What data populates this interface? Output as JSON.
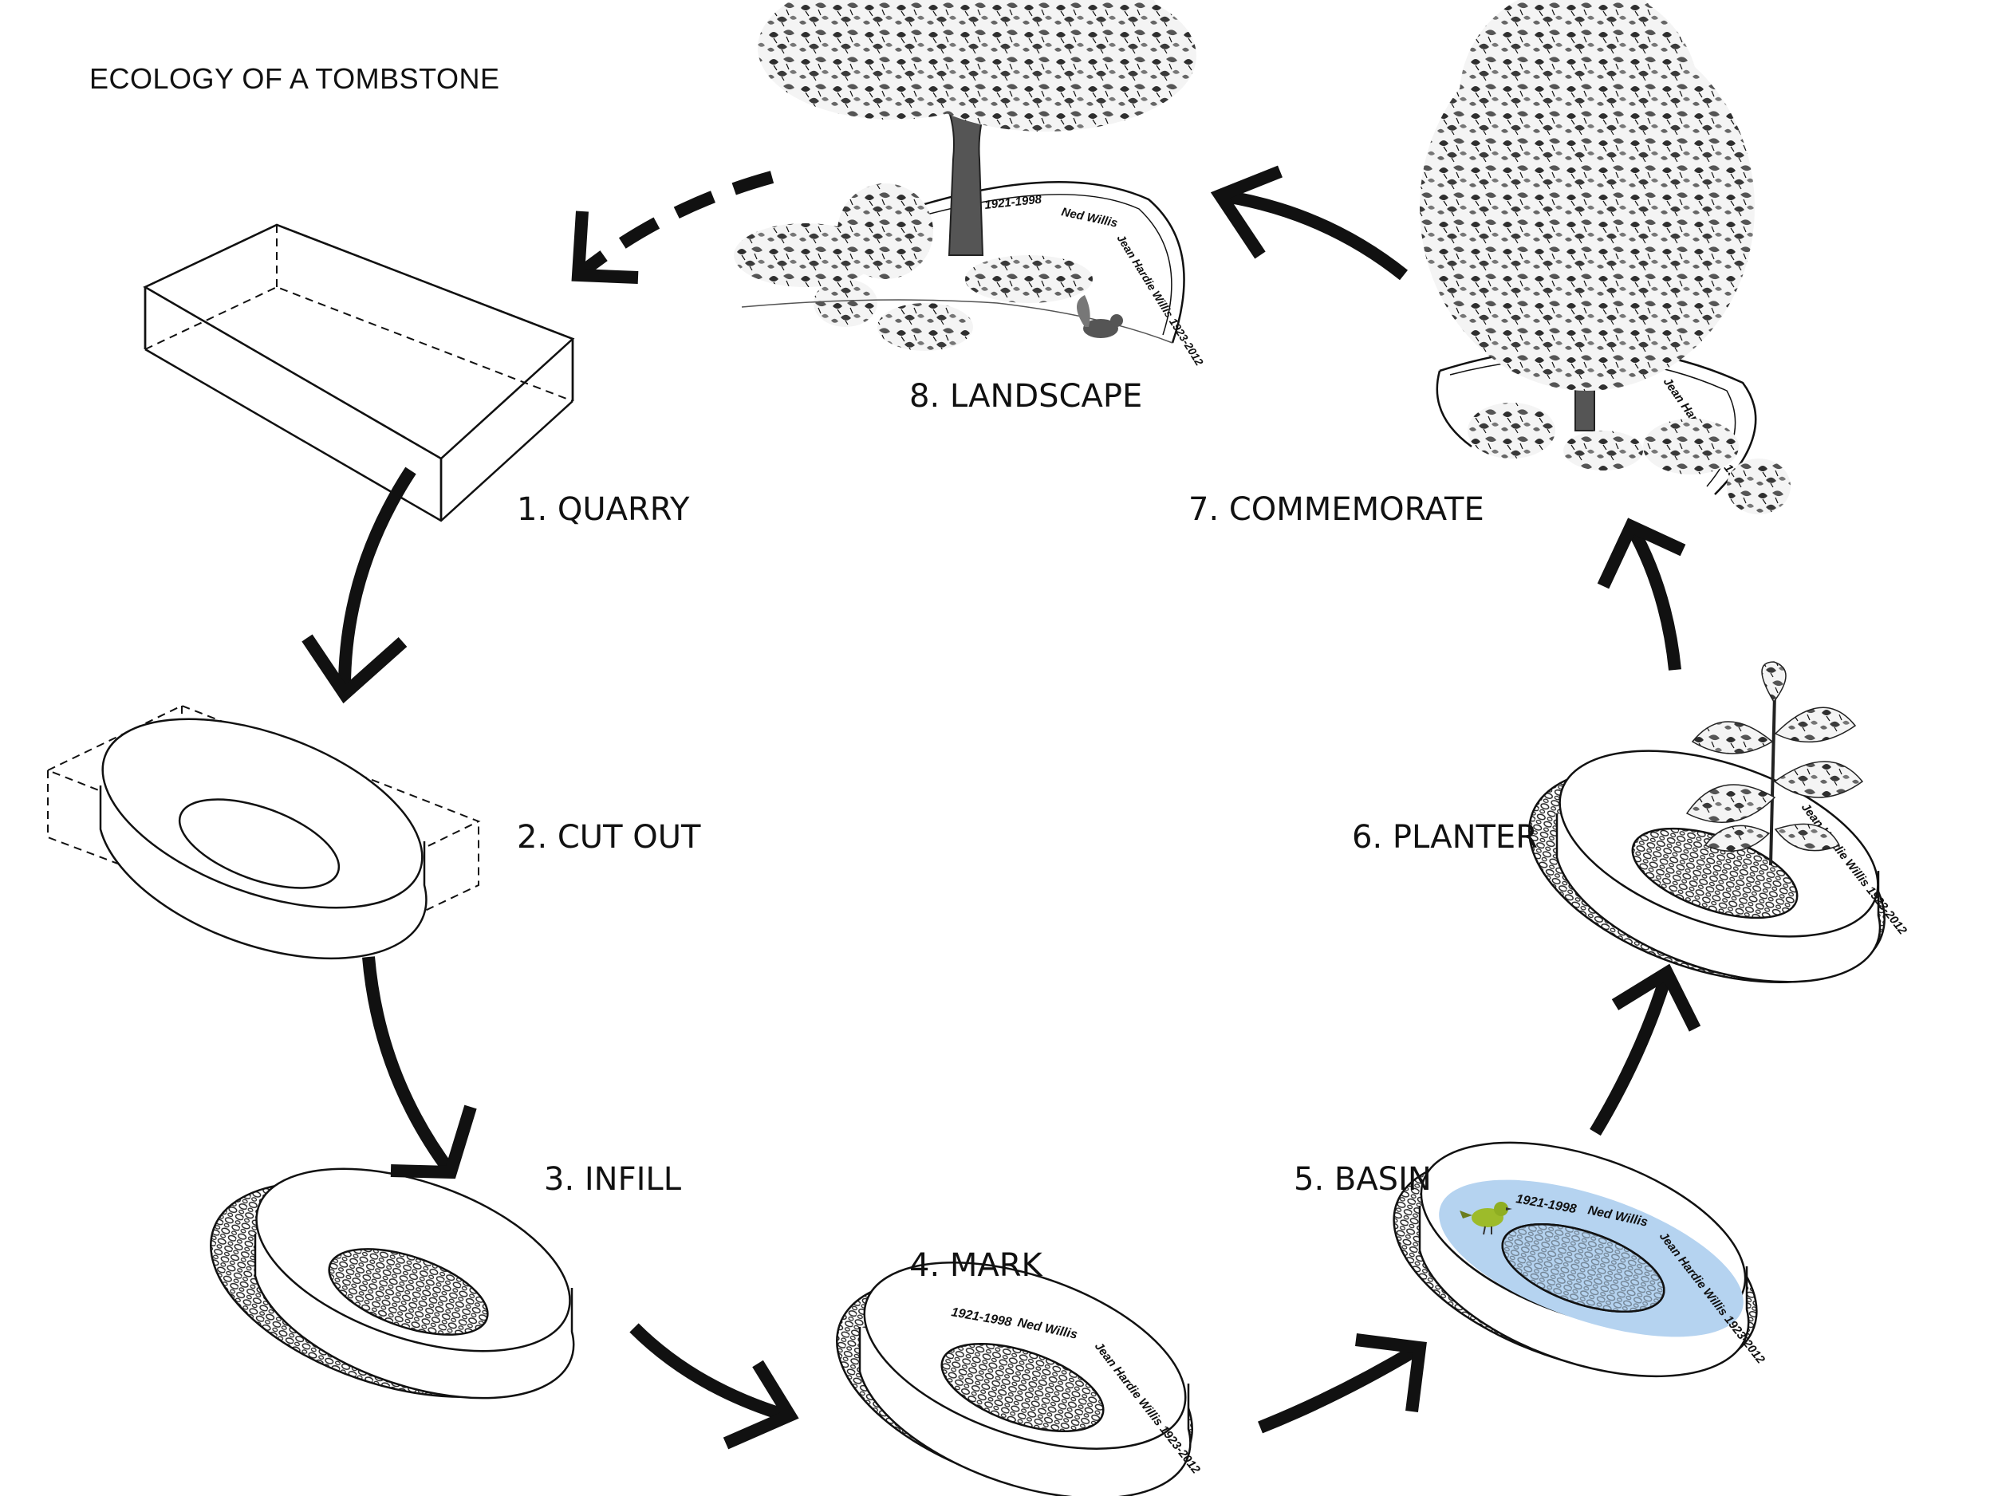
{
  "title": "ECOLOGY OF A TOMBSTONE",
  "steps": [
    {
      "label": "1. QUARRY"
    },
    {
      "label": "2. CUT OUT"
    },
    {
      "label": "3. INFILL"
    },
    {
      "label": "4. MARK"
    },
    {
      "label": "5. BASIN"
    },
    {
      "label": "6. PLANTER"
    },
    {
      "label": "7. COMMEMORATE"
    },
    {
      "label": "8. LANDSCAPE"
    }
  ],
  "inscription": {
    "dates_1": "1921-1998",
    "name_1": "Ned Willis",
    "name_2": "Jean Hardie Willis 1923-2012"
  },
  "colors": {
    "ink": "#111111",
    "water": "#b5d3f0",
    "bird": "#9dbb2a",
    "foliage": "#3b3b3b"
  }
}
